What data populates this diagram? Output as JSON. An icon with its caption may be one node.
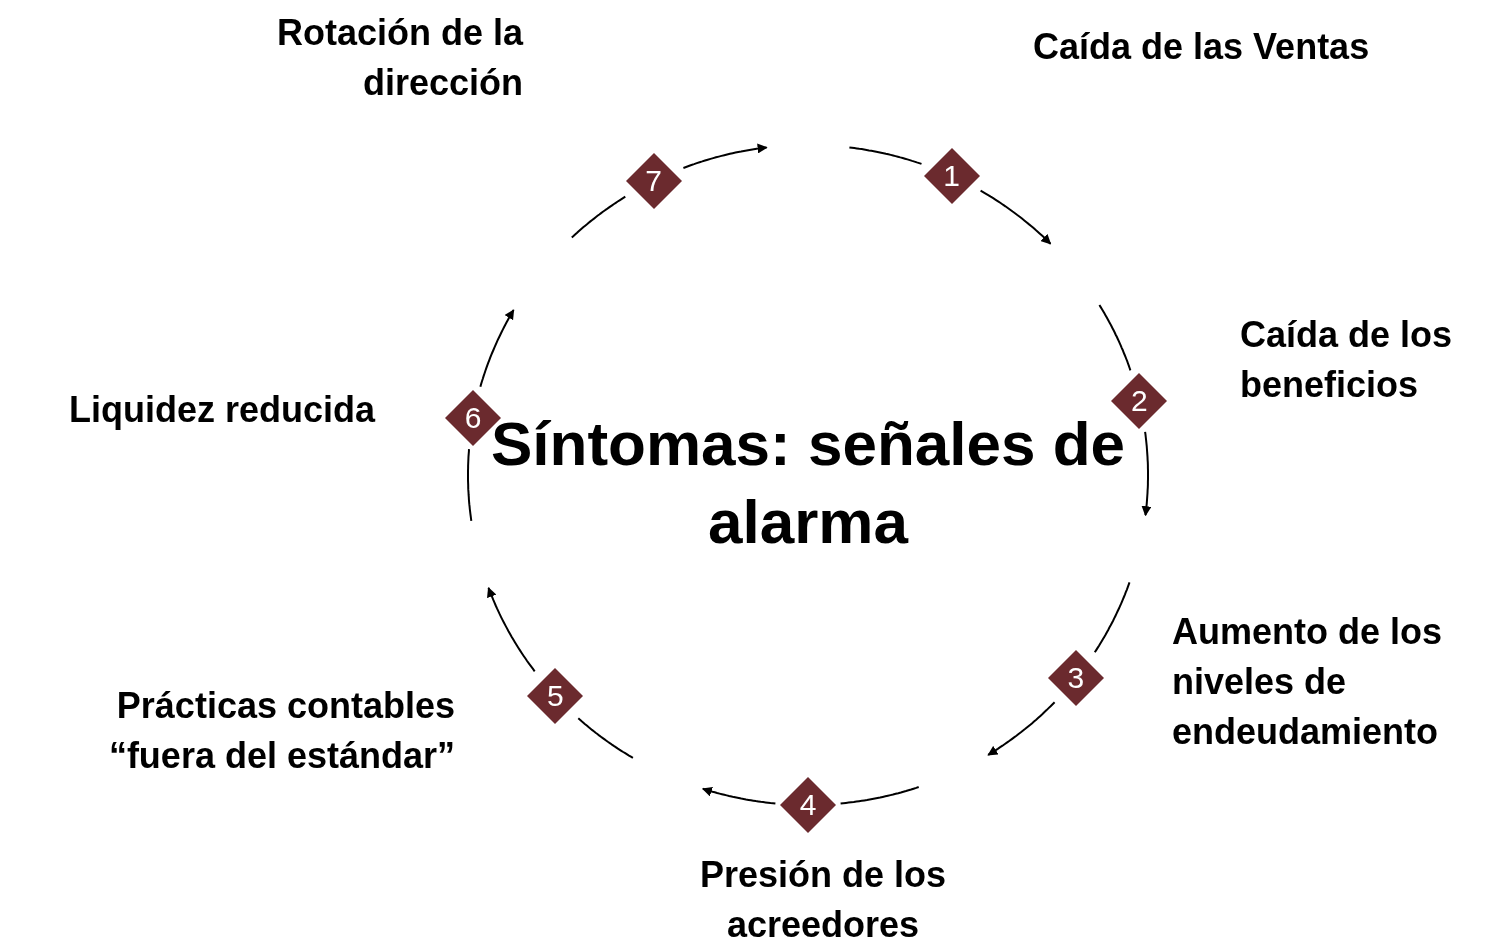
{
  "diagram": {
    "title": "Síntomas: señales de alarma",
    "nodes": [
      {
        "text": [
          "1"
        ],
        "beside": [
          "Caída de las Ventas"
        ]
      },
      {
        "text": [
          "2"
        ],
        "beside": [
          "Caída de los beneficios"
        ]
      },
      {
        "text": [
          "3"
        ],
        "beside": [
          "Aumento de los niveles de endeudamiento"
        ]
      },
      {
        "text": [
          "4"
        ],
        "beside": [
          "Presión de los acreedores"
        ]
      },
      {
        "text": [
          "5"
        ],
        "beside": [
          "Prácticas contables “fuera del estándar”"
        ]
      },
      {
        "text": [
          "6"
        ],
        "beside": [
          "Liquidez reducida"
        ]
      },
      {
        "text": [
          "7"
        ],
        "beside": [
          "Rotación de la dirección"
        ]
      }
    ],
    "edges": [
      {
        "from": 0,
        "to": null,
        "arrow": "to"
      },
      {
        "from": 1,
        "to": null,
        "arrow": "to"
      },
      {
        "from": 2,
        "to": null,
        "arrow": "to"
      },
      {
        "from": 3,
        "to": null,
        "arrow": "to"
      },
      {
        "from": 4,
        "to": null,
        "arrow": "to"
      },
      {
        "from": 5,
        "to": null,
        "arrow": "to"
      },
      {
        "from": 6,
        "to": null,
        "arrow": "to"
      }
    ]
  }
}
